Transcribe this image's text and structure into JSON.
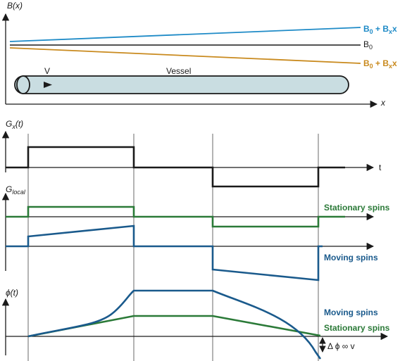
{
  "colors": {
    "blue": "#1f8bc7",
    "orange": "#c98a1e",
    "green": "#2b7a38",
    "navy": "#1a5a8c",
    "vessel_fill": "#c9dde1",
    "black": "#1a1a1a"
  },
  "panel_b": {
    "y_label": "B(x)",
    "x_label": "x",
    "line_plus": {
      "main": "B",
      "sub": "0",
      "mid": " + B",
      "sub2": "x",
      "tail": "x"
    },
    "line_zero": {
      "main": "B",
      "sub": "0"
    },
    "line_minus": {
      "main": "B",
      "sub": "0",
      "mid": " + B",
      "sub2": "x",
      "tail": "x"
    },
    "vessel_label": "Vessel",
    "velocity_label": "V"
  },
  "panel_gx": {
    "y_label_main": "G",
    "y_label_sub": "x",
    "y_label_tail": "(t)",
    "x_label": "t"
  },
  "panel_glocal": {
    "y_label_main": "G",
    "y_label_sub": "local",
    "stationary_label": "Stationary spins",
    "moving_label": "Moving spins"
  },
  "panel_phi": {
    "y_label": "ϕ(t)",
    "moving_label": "Moving spins",
    "stationary_label": "Stationary spins",
    "delta_label": "Δ ϕ ∞ v"
  }
}
